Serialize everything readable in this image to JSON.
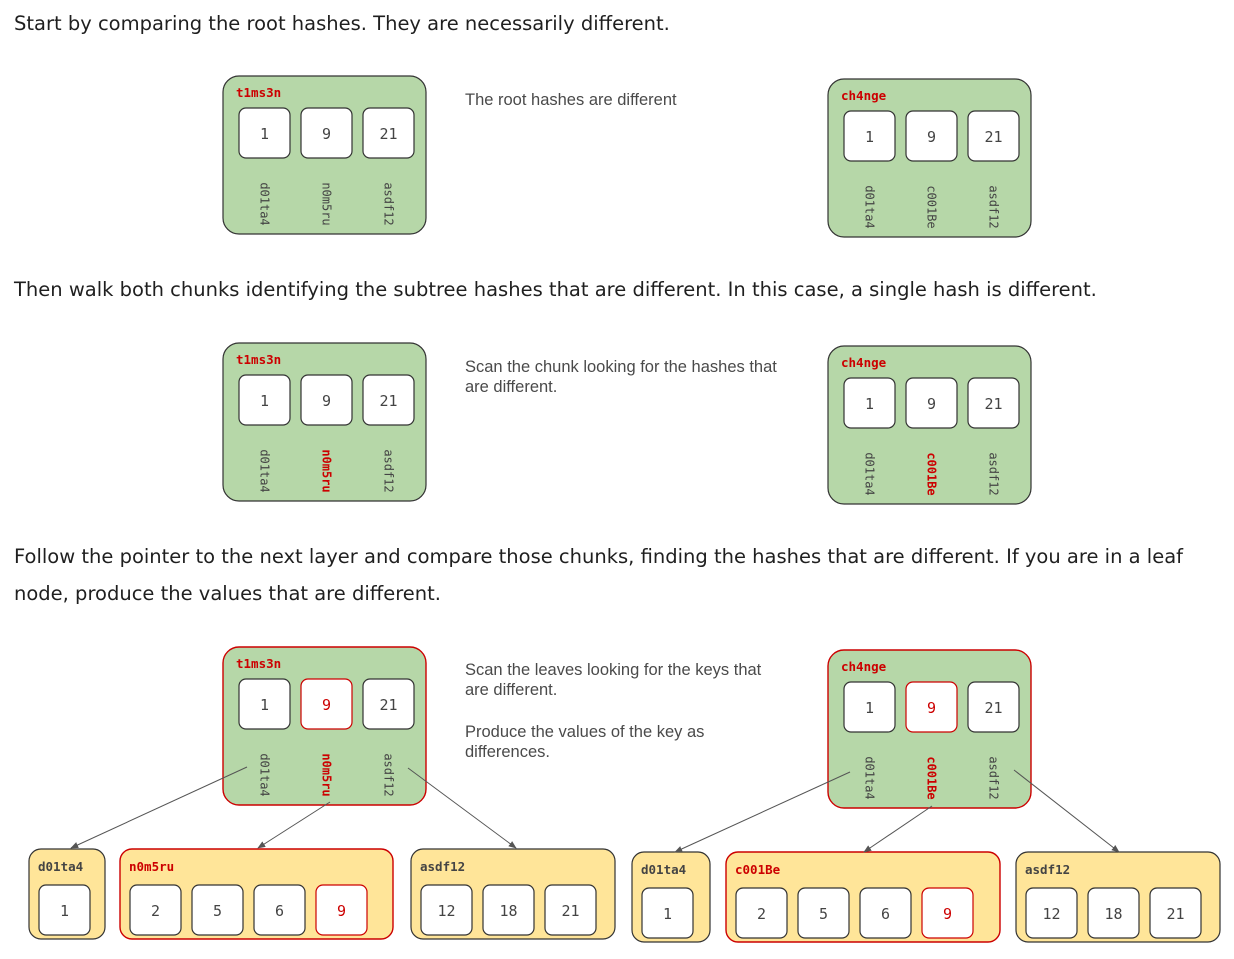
{
  "paragraphs": {
    "p1": "Start by comparing the root hashes. They are necessarily different.",
    "p2": "Then walk both chunks identifying the subtree hashes that are different. In this case, a single hash is different.",
    "p3": "Follow the pointer to the next layer and compare those chunks, finding the hashes that are different. If you are in a leaf node, produce the values that are different."
  },
  "notes": {
    "n1": "The root hashes are different",
    "n2": "Scan the chunk looking for the hashes that are different.",
    "n3": "Scan the leaves looking for the keys that are different.",
    "n4": "Produce the values of the key as differences."
  },
  "colors": {
    "chunk_fill": "#b6d7a8",
    "leaf_fill": "#ffe599",
    "diff_red": "#cc0000",
    "hash_label": "#cc0000",
    "plain_text": "#444444",
    "border": "#333333"
  },
  "diagrams": {
    "root_left": {
      "hash": "t1ms3n",
      "keys": [
        "1",
        "9",
        "21"
      ],
      "child_hashes": [
        "d01ta4",
        "n0m5ru",
        "asdf12"
      ]
    },
    "root_right": {
      "hash": "ch4nge",
      "keys": [
        "1",
        "9",
        "21"
      ],
      "child_hashes": [
        "d01ta4",
        "c001Be",
        "asdf12"
      ]
    },
    "leaves_left": [
      {
        "hash": "d01ta4",
        "keys": [
          "1"
        ]
      },
      {
        "hash": "n0m5ru",
        "keys": [
          "2",
          "5",
          "6",
          "9"
        ]
      },
      {
        "hash": "asdf12",
        "keys": [
          "12",
          "18",
          "21"
        ]
      }
    ],
    "leaves_right": [
      {
        "hash": "d01ta4",
        "keys": [
          "1"
        ]
      },
      {
        "hash": "c001Be",
        "keys": [
          "2",
          "5",
          "6",
          "9"
        ]
      },
      {
        "hash": "asdf12",
        "keys": [
          "12",
          "18",
          "21"
        ]
      }
    ]
  }
}
